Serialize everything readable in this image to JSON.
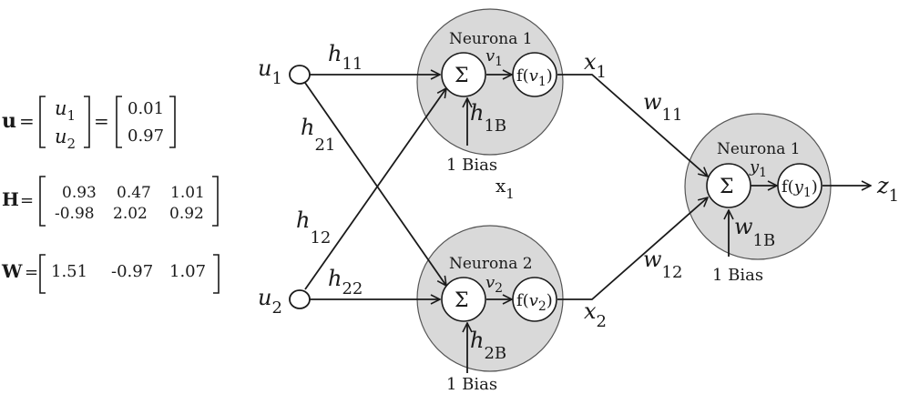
{
  "matrices": {
    "u": {
      "name": "u",
      "sym": [
        "u",
        "u"
      ],
      "sub": [
        "1",
        "2"
      ],
      "values": [
        "0.01",
        "0.97"
      ]
    },
    "H": {
      "name": "H",
      "rows": [
        [
          "0.93",
          "0.47",
          "1.01"
        ],
        [
          "-0.98",
          "2.02",
          "0.92"
        ]
      ]
    },
    "W": {
      "name": "W",
      "row": [
        "1.51",
        "-0.97",
        "1.07"
      ]
    },
    "eq": "="
  },
  "inputs": [
    {
      "sym": "u",
      "sub": "1"
    },
    {
      "sym": "u",
      "sub": "2"
    }
  ],
  "hidden_weights": [
    {
      "sym": "h",
      "sub": "11"
    },
    {
      "sym": "h",
      "sub": "21"
    },
    {
      "sym": "h",
      "sub": "12"
    },
    {
      "sym": "h",
      "sub": "22"
    }
  ],
  "hidden_neurons": [
    {
      "title": "Neurona 1",
      "sum": "Σ",
      "v_sym": "v",
      "v_sub": "1",
      "f_open": "f(",
      "f_sym": "v",
      "f_sub": "1",
      "f_close": ")",
      "bias_sym": "h",
      "bias_sub": "1B",
      "bias_label": "1  Bias"
    },
    {
      "title": "Neurona 2",
      "sum": "Σ",
      "v_sym": "v",
      "v_sub": "2",
      "f_open": "f(",
      "f_sym": "v",
      "f_sub": "2",
      "f_close": ")",
      "bias_sym": "h",
      "bias_sub": "2B",
      "bias_label": "1  Bias"
    }
  ],
  "stray_label": {
    "sym": "x",
    "sub": "1"
  },
  "hidden_outputs": [
    {
      "sym": "x",
      "sub": "1"
    },
    {
      "sym": "x",
      "sub": "2"
    }
  ],
  "output_weights": [
    {
      "sym": "w",
      "sub": "11"
    },
    {
      "sym": "w",
      "sub": "12"
    }
  ],
  "output_neuron": {
    "title": "Neurona 1",
    "sum": "Σ",
    "y_sym": "y",
    "y_sub": "1",
    "f_open": "f(",
    "f_sym": "y",
    "f_sub": "1",
    "f_close": ")",
    "bias_sym": "w",
    "bias_sub": "1B",
    "bias_label": "1  Bias"
  },
  "output": {
    "sym": "z",
    "sub": "1"
  },
  "colors": {
    "neuron_fill": "#d9d9d9",
    "stroke": "#1a1a1a",
    "background": "#ffffff"
  }
}
